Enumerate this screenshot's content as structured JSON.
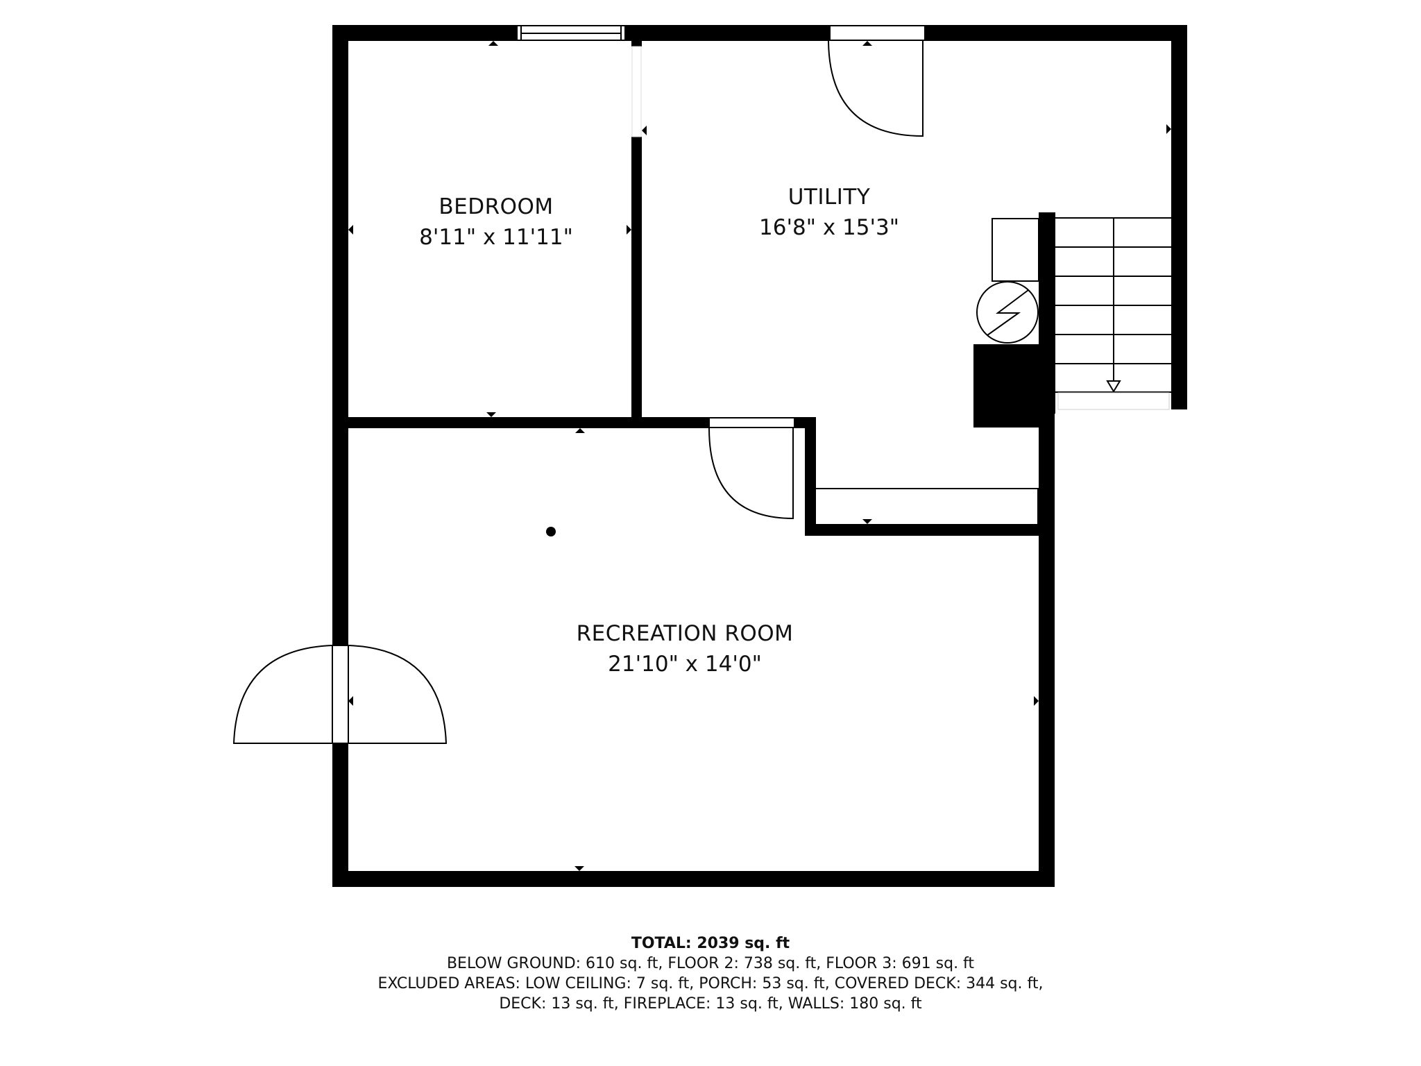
{
  "floorplan": {
    "rooms": [
      {
        "name": "BEDROOM",
        "dimensions": "8'11\" x 11'11\""
      },
      {
        "name": "UTILITY",
        "dimensions": "16'8\" x 15'3\""
      },
      {
        "name": "RECREATION ROOM",
        "dimensions": "21'10\" x 14'0\""
      }
    ],
    "fixtures": [
      "window-icon",
      "door-swing-icon",
      "double-door-icon",
      "stairs-icon",
      "water-heater-icon",
      "furnace-icon",
      "ceiling-light-icon"
    ],
    "colors": {
      "wall": "#000000",
      "background": "#ffffff",
      "text": "#111111"
    }
  },
  "summary": {
    "total": "TOTAL: 2039 sq. ft",
    "line1": "BELOW GROUND: 610 sq. ft, FLOOR 2: 738 sq. ft, FLOOR 3: 691 sq. ft",
    "line2": "EXCLUDED AREAS: LOW CEILING: 7 sq. ft, PORCH: 53 sq. ft, COVERED DECK: 344 sq. ft,",
    "line3": "DECK: 13 sq. ft, FIREPLACE: 13 sq. ft, WALLS: 180 sq. ft"
  }
}
